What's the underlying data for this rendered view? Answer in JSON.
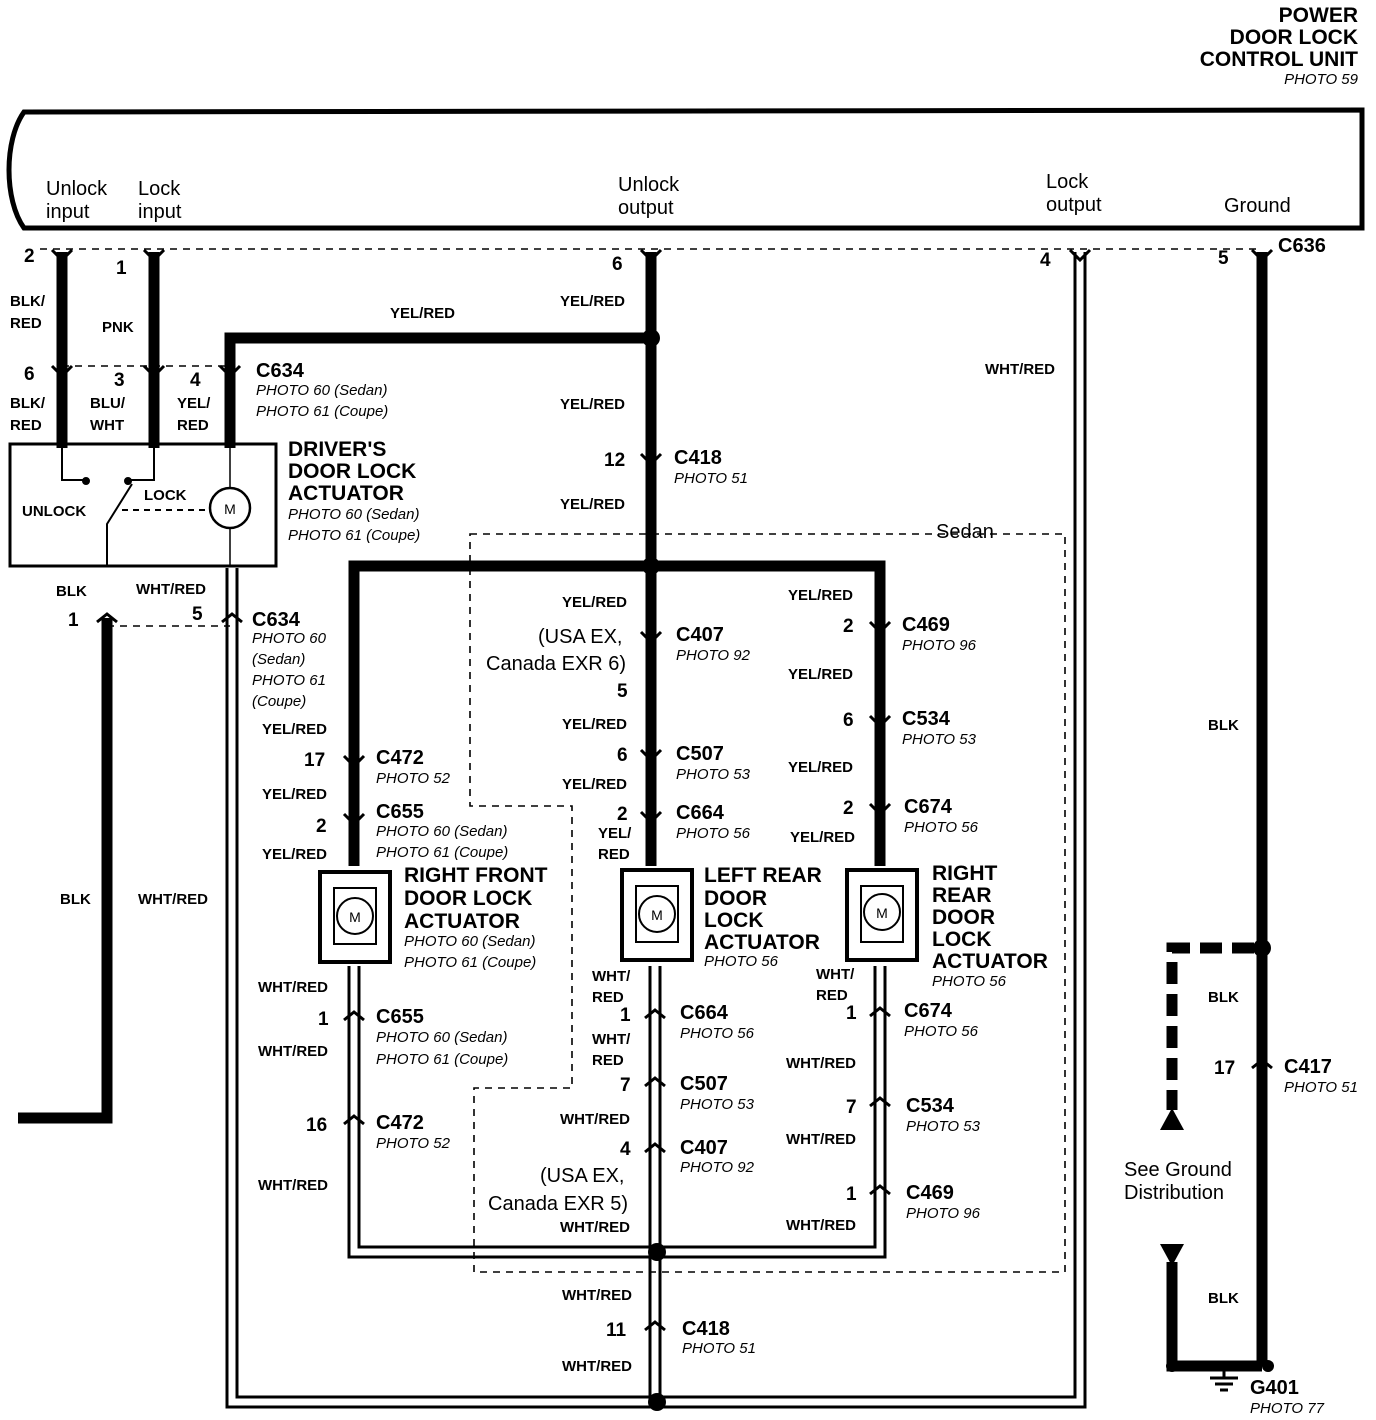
{
  "unit": {
    "title_lines": [
      "POWER",
      "DOOR LOCK",
      "CONTROL UNIT"
    ],
    "photo": "PHOTO 59",
    "terminals": [
      "Unlock input",
      "Lock input",
      "Unlock output",
      "Lock output",
      "Ground"
    ],
    "connector": "C636"
  },
  "pins": [
    "1",
    "2",
    "3",
    "4",
    "5",
    "6",
    "7",
    "11",
    "12",
    "16",
    "17"
  ],
  "wire_colors": [
    "BLK/RED",
    "PNK",
    "BLU/WHT",
    "YEL/RED",
    "WHT/RED",
    "BLK"
  ],
  "connectors": [
    "C634",
    "C418",
    "C407",
    "C469",
    "C472",
    "C507",
    "C534",
    "C655",
    "C664",
    "C674",
    "C417"
  ],
  "photos": [
    "PHOTO 51",
    "PHOTO 52",
    "PHOTO 53",
    "PHOTO 56",
    "PHOTO 60",
    "PHOTO 61",
    "PHOTO 77",
    "PHOTO 92",
    "PHOTO 96",
    "(Sedan)",
    "(Coupe)"
  ],
  "actuators": {
    "driver": [
      "DRIVER'S",
      "DOOR LOCK",
      "ACTUATOR"
    ],
    "right_front": [
      "RIGHT FRONT",
      "DOOR LOCK",
      "ACTUATOR"
    ],
    "left_rear": [
      "LEFT REAR",
      "DOOR",
      "LOCK",
      "ACTUATOR"
    ],
    "right_rear": [
      "RIGHT",
      "REAR",
      "DOOR",
      "LOCK",
      "ACTUATOR"
    ]
  },
  "switch_labels": [
    "UNLOCK",
    "LOCK",
    "M"
  ],
  "sedan_label": "Sedan",
  "usa_notes": [
    "(USA EX,",
    "Canada EXR 6)",
    "Canada EXR 5)"
  ],
  "ground": {
    "note_lines": [
      "See Ground",
      "Distribution"
    ],
    "name": "G401"
  }
}
